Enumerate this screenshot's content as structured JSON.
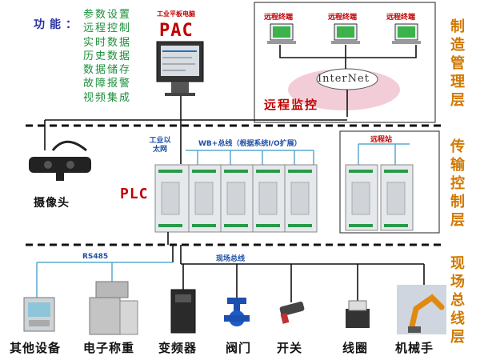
{
  "functions": {
    "title": "功能：",
    "items": [
      "参数设置",
      "远程控制",
      "实时数据",
      "历史数据",
      "数据储存",
      "故障报警",
      "视频集成"
    ]
  },
  "pac": {
    "caption": "工业平板电脑",
    "label": "PAC"
  },
  "remote_terminals": [
    "远程终端",
    "远程终端",
    "远程终端"
  ],
  "internet_label": "InterNet",
  "remote_monitor_label": "远程监控",
  "layers": {
    "manufacturing": "制造管理层",
    "transmission": "传输控制层",
    "field_bus": "现场总线层"
  },
  "industrial_ethernet": "工业以太网",
  "wb_bus": "WB+总线（根据系统I/O扩展）",
  "remote_station": "远程站",
  "plc_label": "PLC",
  "camera_label": "摄像头",
  "rs485_label": "RS485",
  "fieldbus_label": "现场总线",
  "devices": [
    "其他设备",
    "电子称重",
    "变频器",
    "阀门",
    "开关",
    "线圈",
    "机械手"
  ],
  "colors": {
    "red": "#c00000",
    "blue": "#1d4fa6",
    "green": "#1b8f3a",
    "orange": "#d07800",
    "cloud": "#f1c8d3",
    "screen": "#2fae3e"
  }
}
